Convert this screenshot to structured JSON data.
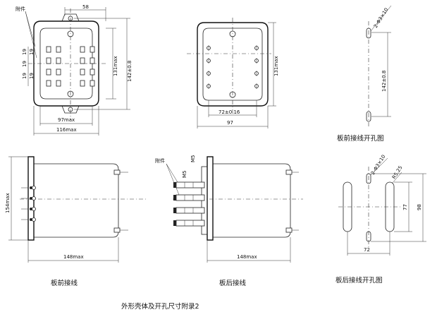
{
  "front_view": {
    "accessory_label": "附件",
    "width_top": "58",
    "pitch_labels": [
      "19",
      "19",
      "19",
      "19",
      "19"
    ],
    "height_inner": "131max",
    "height_outer": "142±0.8",
    "width_inner": "97max",
    "width_outer": "116max"
  },
  "rear_view": {
    "height": "131max",
    "pitch": "72±0.16",
    "width": "97"
  },
  "front_cutout": {
    "hole_spec": "2-Φ3×10",
    "pitch": "142±0.8",
    "caption": "板前接线开孔图"
  },
  "front_side": {
    "height": "154max",
    "depth": "148max",
    "caption": "板前接线"
  },
  "rear_side": {
    "accessory_label": "附件",
    "m5_a": "M5",
    "m5_b": "M5",
    "depth": "148max",
    "caption": "板后接线"
  },
  "rear_cutout": {
    "hole_spec": "2-Φ3×10",
    "radius": "R5.25",
    "dim_77": "77",
    "dim_98": "98",
    "dim_72": "72",
    "caption": "板后接线开孔图"
  },
  "footer": {
    "title": "外形壳体及开孔尺寸附录2"
  }
}
